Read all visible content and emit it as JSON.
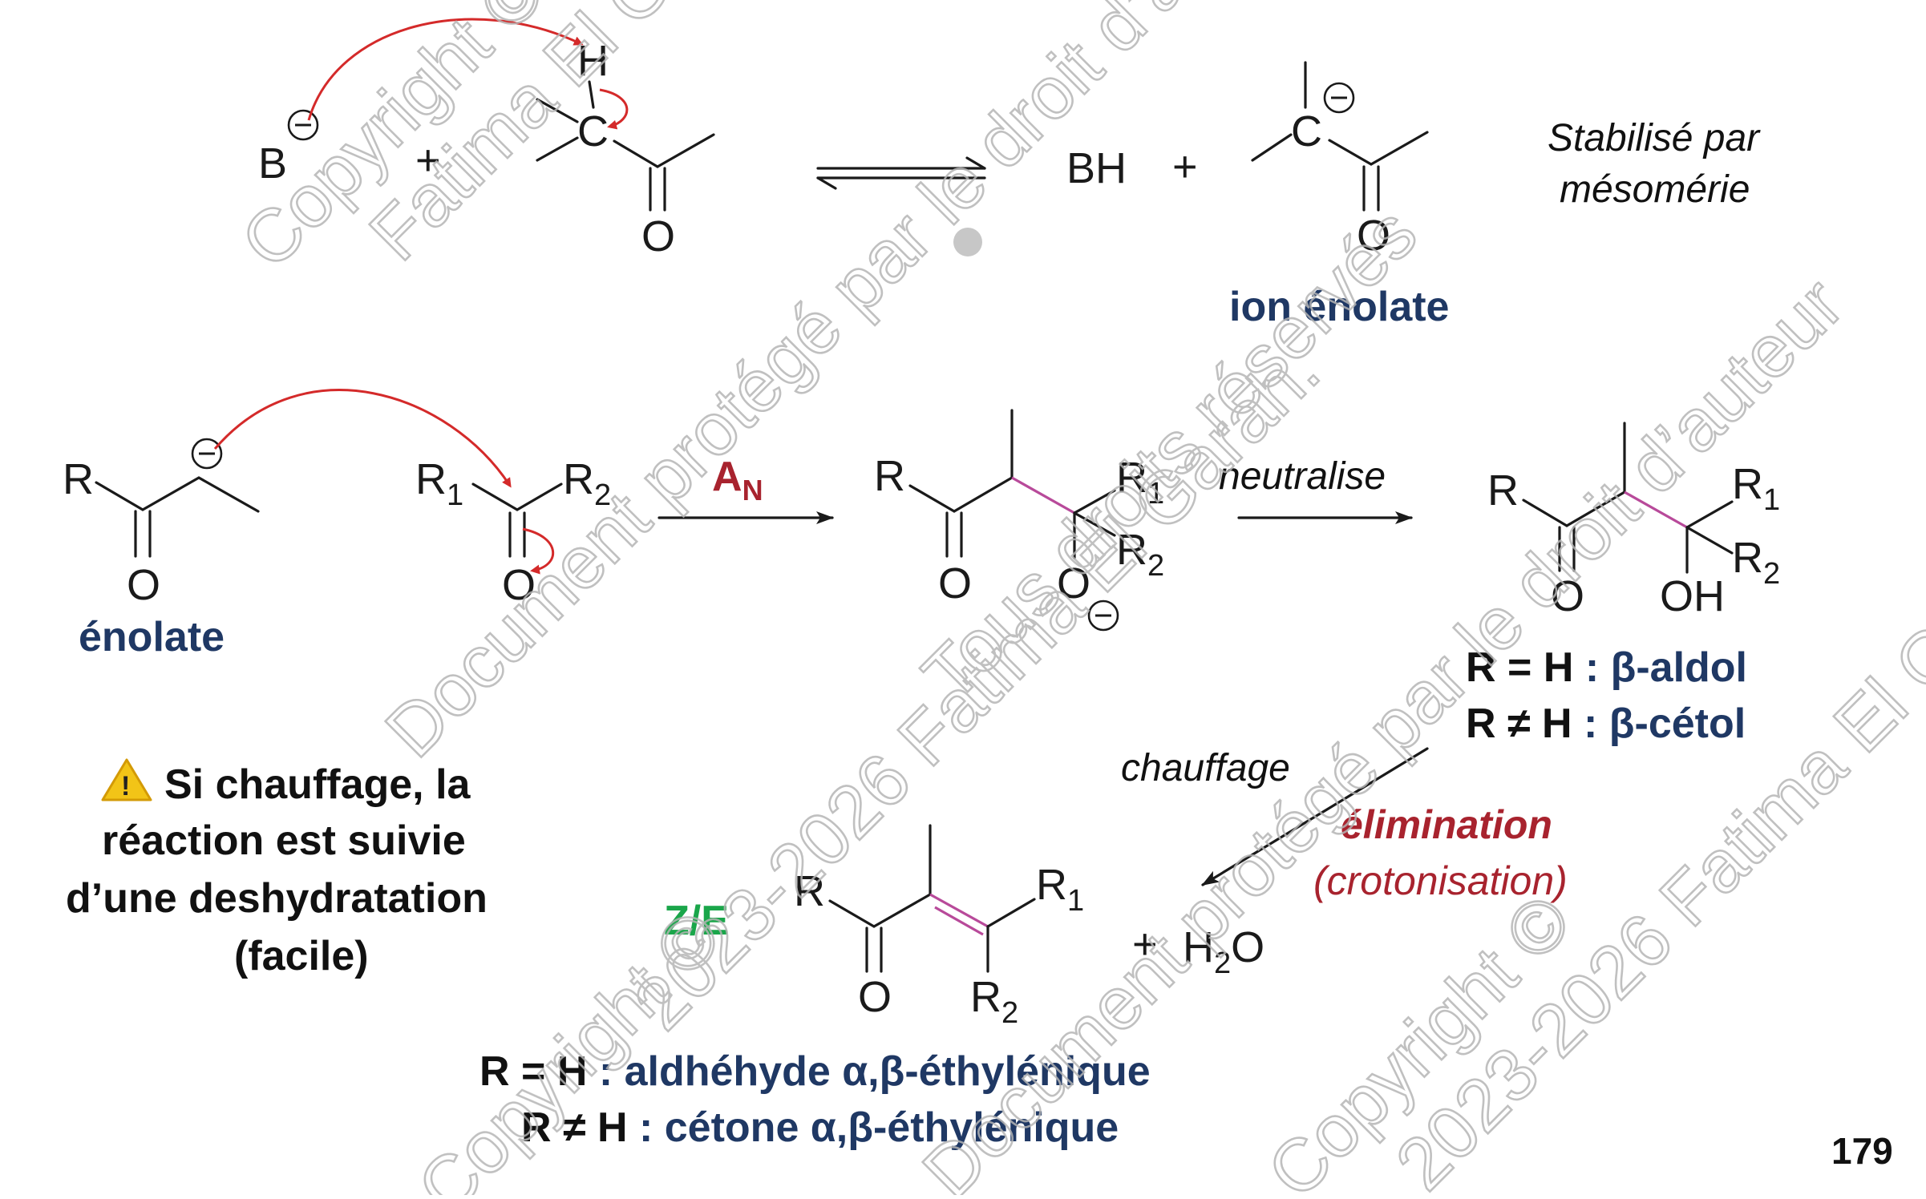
{
  "reaction1": {
    "base": "B",
    "plus": "+",
    "H": "H",
    "C": "C",
    "O": "O",
    "product_BH": "BH",
    "plus2": "+",
    "enolate_C": "C",
    "enolate_O": "O",
    "stabilise_line1": "Stabilisé par",
    "stabilise_line2": "mésomérie",
    "ion_enolate": "ion énolate"
  },
  "reaction2": {
    "R": "R",
    "O": "O",
    "enolate_label": "énolate",
    "R1": "R",
    "R2": "R",
    "sub1": "1",
    "sub2": "2",
    "AN": "A",
    "AN_sub": "N",
    "neutralise": "neutralise",
    "OH": "OH",
    "aldol_line": "R = H",
    "aldol_colon": " : ",
    "aldol_name": "β-aldol",
    "cetol_line": "R ≠ H",
    "cetol_colon": " : ",
    "cetol_name": "β-cétol"
  },
  "reaction3": {
    "warning_line1": "Si chauffage, la",
    "warning_line2": "réaction est suivie",
    "warning_line3": "d’une deshydratation",
    "warning_line4": "(facile)",
    "chauffage": "chauffage",
    "elimination": "élimination",
    "crotonisation": "(crotonisation)",
    "ZE": "Z/E",
    "plus": "+",
    "H": "H",
    "H_sub": "2",
    "H2O_O": "O",
    "final1_lhs": "R = H",
    "final1_rhs": " : aldhéhyde α,β-éthylénique",
    "final2_lhs": "R ≠ H",
    "final2_rhs": " : cétone α,β-éthylénique"
  },
  "watermark": {
    "copyright": "Copyright ©",
    "author": "Fatima El Garah.",
    "protected": "Document protégé par le droit d’auteur",
    "year_author": "2023-2026 Fatima El Garah.",
    "rights": "Tous droits réservés"
  },
  "page_number": "179",
  "colors": {
    "navy": "#1f3864",
    "red_arrow": "#d42a2a",
    "crimson": "#a8232e",
    "green": "#1aa64a",
    "pink_bond": "#b84a9a",
    "warning_yellow": "#f2c417"
  },
  "icons": [
    "warning-icon",
    "minus-charge-icon",
    "curved-arrow-icon",
    "equilibrium-arrow-icon",
    "reaction-arrow-icon"
  ]
}
